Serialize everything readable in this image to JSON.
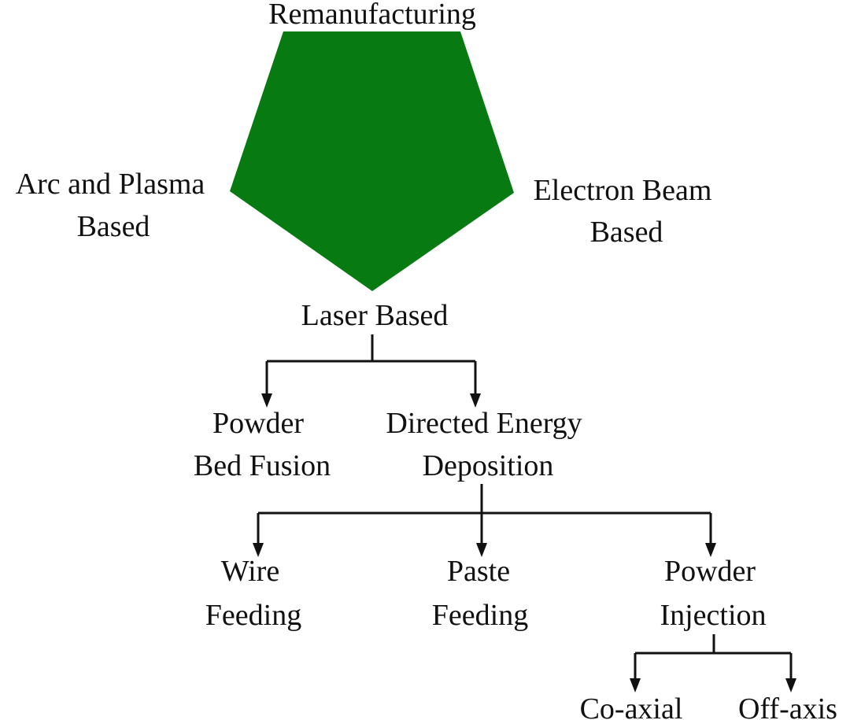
{
  "diagram": {
    "type": "classification-tree",
    "shape_color": "#077a12",
    "line_color": "#111111",
    "pentagon": {
      "labels": {
        "top": "Remanufacturing",
        "left": [
          "Arc and Plasma",
          "Based"
        ],
        "right": [
          "Electron Beam",
          "Based"
        ],
        "bottom": "Laser Based"
      }
    },
    "laser_children": {
      "powder_bed": [
        "Powder",
        "Bed Fusion"
      ],
      "ded": [
        "Directed Energy",
        "Deposition"
      ]
    },
    "ded_children": {
      "wire": [
        "Wire",
        "Feeding"
      ],
      "paste": [
        "Paste",
        "Feeding"
      ],
      "powder": [
        "Powder",
        "Injection"
      ]
    },
    "injection_children": {
      "coaxial": "Co-axial",
      "offaxis": "Off-axis"
    }
  }
}
